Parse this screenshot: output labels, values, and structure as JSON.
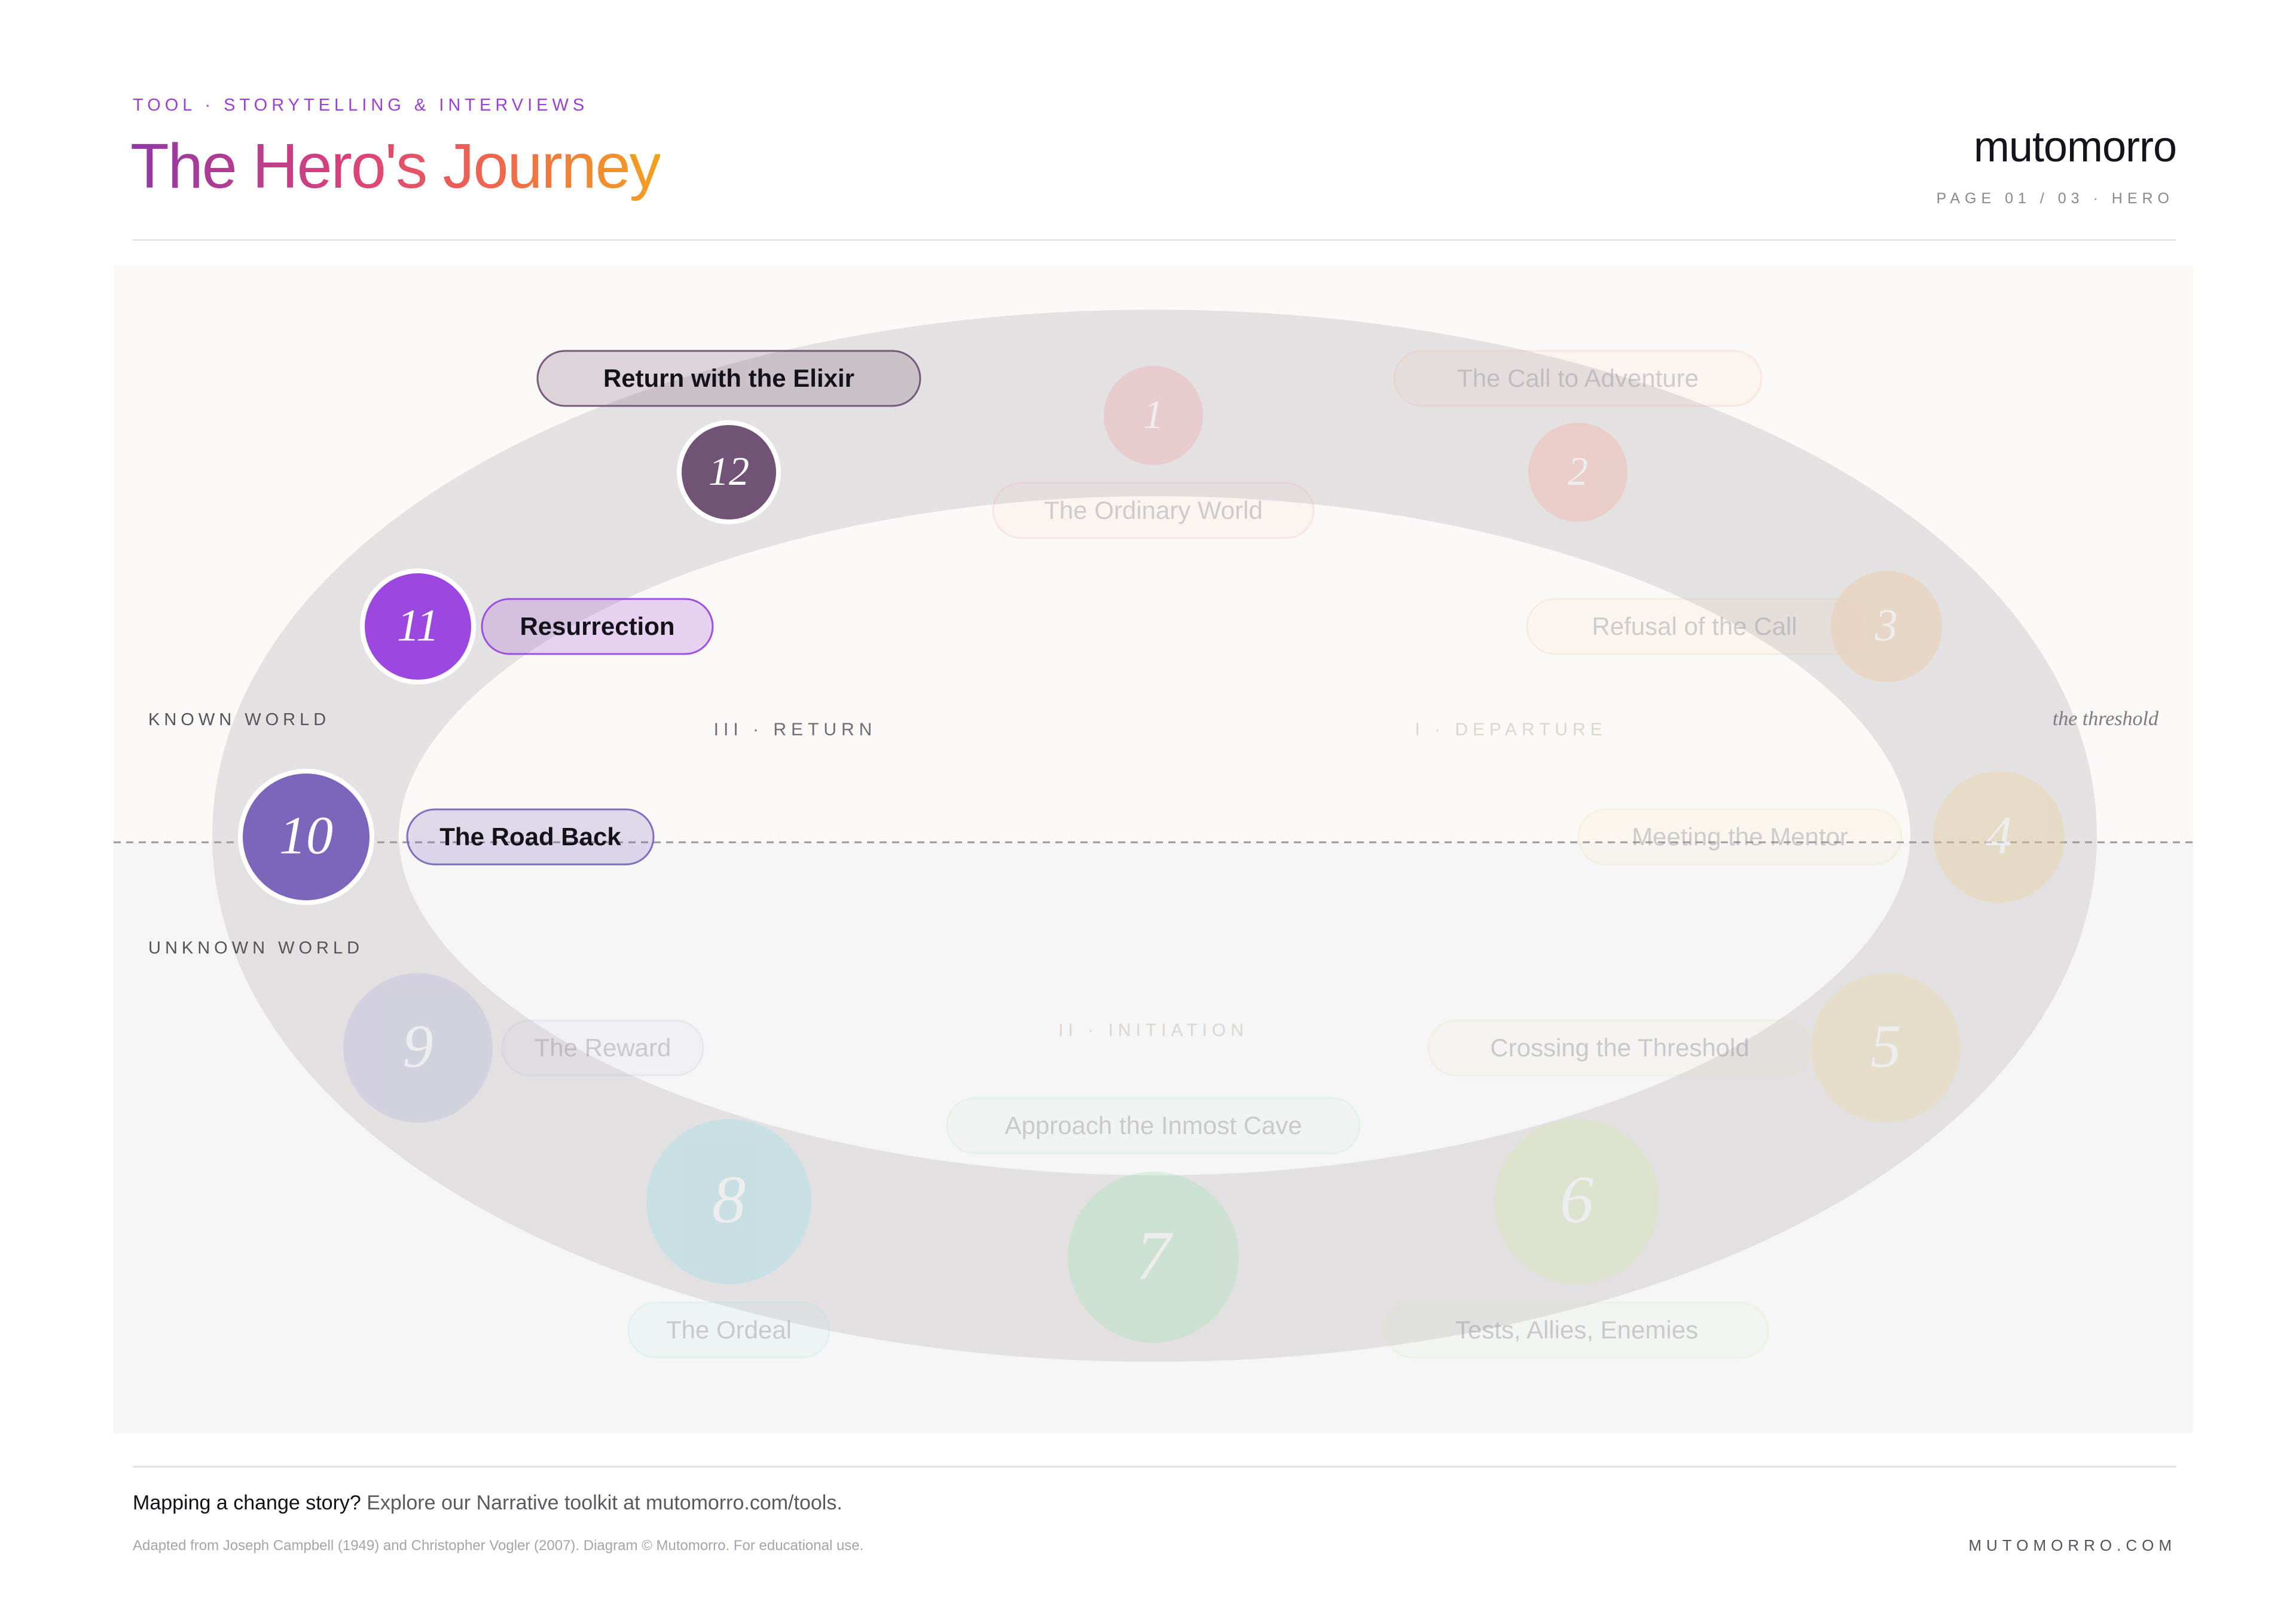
{
  "header": {
    "eyebrow": "TOOL · STORYTELLING & INTERVIEWS",
    "title": "The Hero's Journey",
    "brand": "mutomorro",
    "page_info": "PAGE 01 / 03 · HERO"
  },
  "diagram": {
    "zones": {
      "known_world": "KNOWN WORLD",
      "unknown_world": "UNKNOWN WORLD",
      "threshold": "the threshold"
    },
    "acts": [
      {
        "id": "return",
        "label": "III · RETURN",
        "active": true
      },
      {
        "id": "departure",
        "label": "I · DEPARTURE",
        "active": false
      },
      {
        "id": "initiation",
        "label": "II · INITIATION",
        "active": false
      }
    ],
    "stages": [
      {
        "number": "1",
        "label": "The Ordinary World",
        "color": "#f3a2a5",
        "active": false
      },
      {
        "number": "2",
        "label": "The Call to Adventure",
        "color": "#f7a79a",
        "active": false
      },
      {
        "number": "3",
        "label": "Refusal of the Call",
        "color": "#f0bd8e",
        "active": false
      },
      {
        "number": "4",
        "label": "Meeting the Mentor",
        "color": "#ebd18f",
        "active": false
      },
      {
        "number": "5",
        "label": "Crossing the Threshold",
        "color": "#e9d79b",
        "active": false
      },
      {
        "number": "6",
        "label": "Tests, Allies, Enemies",
        "color": "#cfe6a8",
        "active": false
      },
      {
        "number": "7",
        "label": "Approach the Inmost Cave",
        "color": "#a5e2b8",
        "active": false
      },
      {
        "number": "8",
        "label": "The Ordeal",
        "color": "#93dde6",
        "active": false
      },
      {
        "number": "9",
        "label": "The Reward",
        "color": "#b4b6dc",
        "active": false
      },
      {
        "number": "10",
        "label": "The Road Back",
        "color": "#7b66bc",
        "active": true
      },
      {
        "number": "11",
        "label": "Resurrection",
        "color": "#9b47e0",
        "active": true
      },
      {
        "number": "12",
        "label": "Return with the Elixir",
        "color": "#705377",
        "active": true
      }
    ]
  },
  "footer": {
    "cta_strong": "Mapping a change story?",
    "cta_text": " Explore our Narrative toolkit at mutomorro.com/tools.",
    "credit": "Adapted from Joseph Campbell (1949) and Christopher Vogler (2007). Diagram © Mutomorro. For educational use.",
    "url": "MUTOMORRO.COM"
  }
}
